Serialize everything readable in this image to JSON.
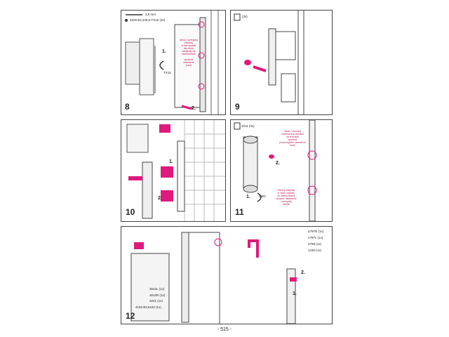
{
  "page_number": "- 515 -",
  "colors": {
    "accent": "#e0197d",
    "line": "#333333",
    "tile": "#d9d9d9"
  },
  "panel8": {
    "step": "8",
    "spec_line1": "3,5 mm",
    "spec_line2": "3225 B4,2x9,5-TX15 (3x)",
    "callout1": "1.",
    "callout1_sub": "TX15",
    "callout2": "2.",
    "note": "wkręć i wyreguluj\nzawiasy\nw taki sposób\naby drzwi\nzamykały się\nsamodzielnie\n-\nsprawdź\nustawienie\nprzed"
  },
  "panel9": {
    "step": "9",
    "qty": "(3x)"
  },
  "panel10": {
    "step": "10",
    "callout1": "1.",
    "callout2": "2."
  },
  "panel11": {
    "step": "11",
    "qty": "3211 (3x)",
    "callout1": "1.",
    "callout2": "2.",
    "callout1_sub": "SW2",
    "note_top": "Hasło / zamocuj\nmaskownicę zawiasu\nna drzwiach\nsprawdź\nposzczególne ustawienia\ndrzwi",
    "note_bottom": "Wciśnij zatyczkę\nw otwór zawiasu\ndo zablokowania\nsprawdź ustawienie\ni wyreguluj\nzawias"
  },
  "panel12": {
    "step": "12",
    "parts": [
      {
        "code": "4797R (1x)"
      },
      {
        "code": "4797L (1x)"
      },
      {
        "code": "4798 (1x)"
      },
      {
        "code": "1230 (1x)"
      }
    ],
    "labels": [
      "3612L (1x)",
      "3612R (1x)",
      "3241 (1x)",
      "4163 B3,5x22 (1x)"
    ],
    "callout1": "1.",
    "callout2": "2."
  }
}
